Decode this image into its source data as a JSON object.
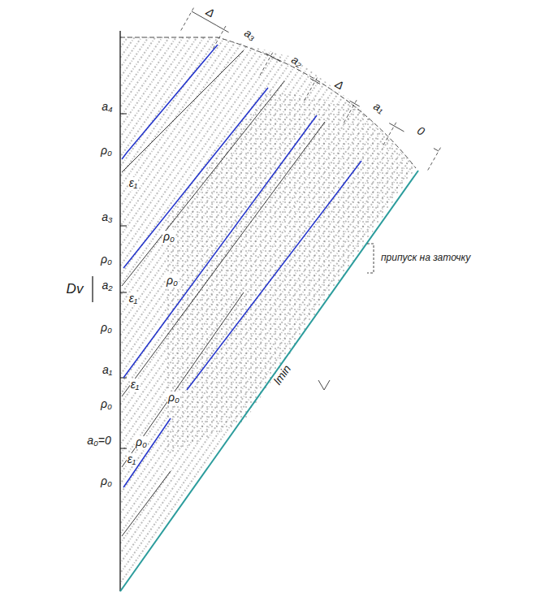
{
  "diagram": {
    "labels": [
      "Δ",
      "a₃",
      "a₂",
      "Δ",
      "a₁",
      "0",
      "Dv",
      "a₄",
      "ρ₀",
      "ε₁",
      "a₃",
      "ρ₀",
      "ρ₀",
      "a₂",
      "ε₁",
      "ρ₀",
      "ρ₀",
      "a₁",
      "ε₁",
      "ρ₀",
      "ρ₀",
      "a₀=0",
      "ρ₀",
      "ε₁",
      "ρ₀",
      "припуск на заточку",
      "lmin"
    ]
  }
}
